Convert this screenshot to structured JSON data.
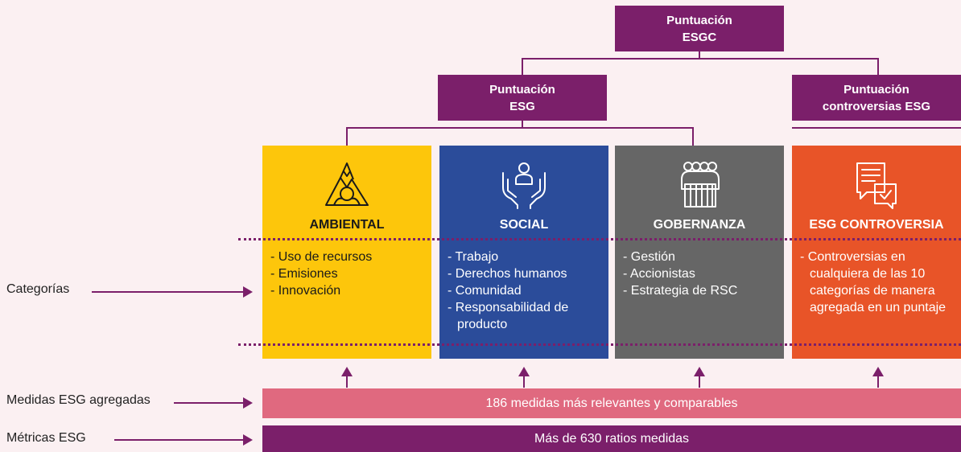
{
  "top": {
    "line1": "Puntuación",
    "line2": "ESGC"
  },
  "esg": {
    "line1": "Puntuación",
    "line2": "ESG"
  },
  "controversias": {
    "line1": "Puntuación",
    "line2": "controversias ESG"
  },
  "cards": {
    "ambiental": {
      "title": "AMBIENTAL",
      "items": [
        "- Uso de recursos",
        "- Emisiones",
        "- Innovación"
      ],
      "color": "#fdc60b",
      "icon": "mountain-icon"
    },
    "social": {
      "title": "SOCIAL",
      "items": [
        "- Trabajo",
        "- Derechos humanos",
        "- Comunidad",
        "- Responsabilidad de producto"
      ],
      "color": "#2b4c9a",
      "icon": "hands-person-icon"
    },
    "gobernanza": {
      "title": "GOBERNANZA",
      "items": [
        "- Gestión",
        "- Accionistas",
        "- Estrategia de RSC"
      ],
      "color": "#666666",
      "icon": "group-people-icon"
    },
    "controversia": {
      "title": "ESG CONTROVERSIA",
      "items": [
        "- Controversias en cualquiera de las 10 categorías de manera agregada en un puntaje"
      ],
      "color": "#e85428",
      "icon": "document-chat-icon"
    }
  },
  "labels": {
    "categorias": "Categorías",
    "medidas": "Medidas ESG agregadas",
    "metricas": "Métricas ESG"
  },
  "bars": {
    "medidas": "186 medidas más relevantes y comparables",
    "metricas": "Más de 630 ratios medidas"
  },
  "colors": {
    "purple": "#7b1f6a",
    "pink": "#e0697f",
    "background": "#fbf0f2"
  }
}
